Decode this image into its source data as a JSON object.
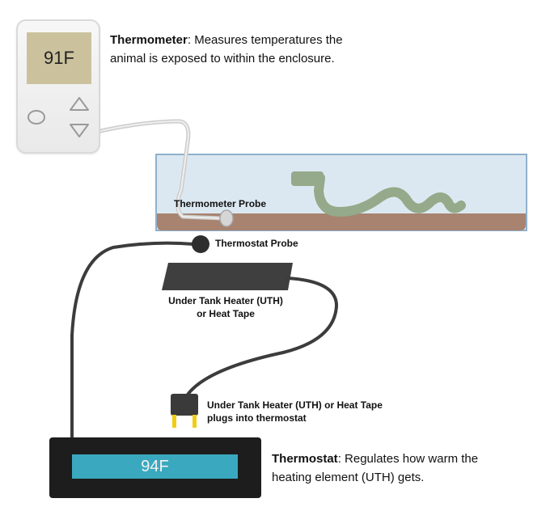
{
  "thermometer": {
    "reading": "91F",
    "title": "Thermometer",
    "description": ": Measures temperatures the animal is exposed to within the enclosure."
  },
  "labels": {
    "thermometer_probe": "Thermometer Probe",
    "thermostat_probe": "Thermostat Probe",
    "uth_line1": "Under Tank Heater (UTH)",
    "uth_line2": "or Heat Tape",
    "plug_line1": "Under Tank Heater (UTH) or Heat Tape",
    "plug_line2": "plugs into thermostat"
  },
  "thermostat": {
    "reading": "94F",
    "title": "Thermostat",
    "description": ": Regulates how warm the heating element (UTH) gets."
  },
  "colors": {
    "tank_fill": "#dce8f1",
    "tank_border": "#8fb1cc",
    "substrate": "#a78370",
    "snake": "#94aa8a",
    "wire_dark": "#3c3c3c",
    "wire_light": "#cfcfcf",
    "thermostat_display": "#3aa9bf",
    "thermometer_display": "#cbc29d"
  }
}
